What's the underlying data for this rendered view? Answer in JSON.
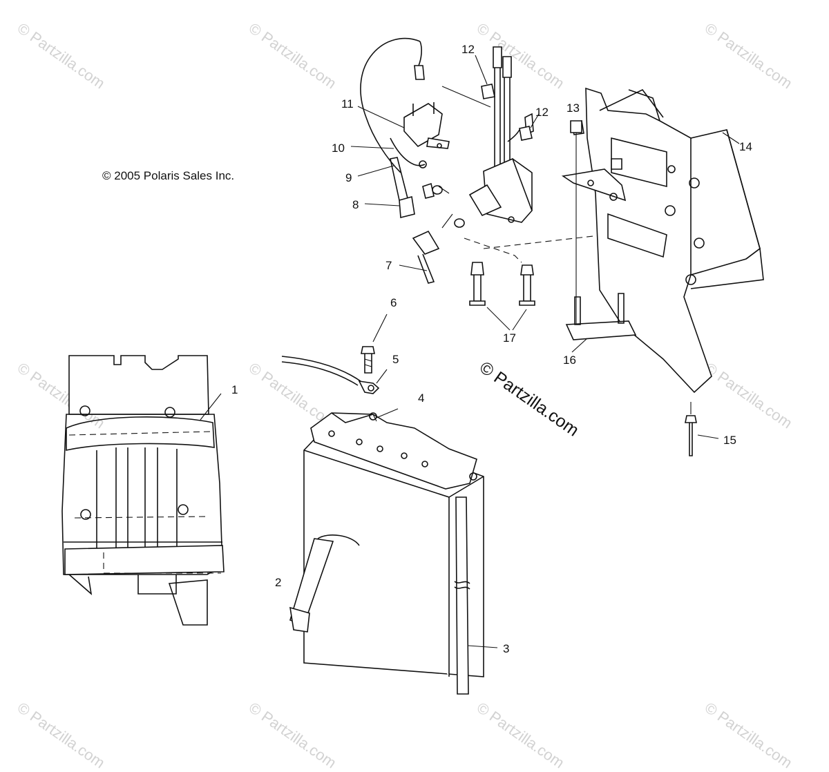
{
  "copyright": "© 2005 Polaris Sales Inc.",
  "site_watermark": "© Partzilla.com",
  "faint_watermark": "© Partzilla.com",
  "callouts": [
    {
      "id": "c1",
      "text": "1"
    },
    {
      "id": "c2",
      "text": "2"
    },
    {
      "id": "c3",
      "text": "3"
    },
    {
      "id": "c4",
      "text": "4"
    },
    {
      "id": "c5",
      "text": "5"
    },
    {
      "id": "c6",
      "text": "6"
    },
    {
      "id": "c7",
      "text": "7"
    },
    {
      "id": "c8",
      "text": "8"
    },
    {
      "id": "c9",
      "text": "9"
    },
    {
      "id": "c10",
      "text": "10"
    },
    {
      "id": "c11",
      "text": "11"
    },
    {
      "id": "c12a",
      "text": "12"
    },
    {
      "id": "c12b",
      "text": "12"
    },
    {
      "id": "c13",
      "text": "13"
    },
    {
      "id": "c14",
      "text": "14"
    },
    {
      "id": "c15",
      "text": "15"
    },
    {
      "id": "c16",
      "text": "16"
    },
    {
      "id": "c17",
      "text": "17"
    }
  ]
}
